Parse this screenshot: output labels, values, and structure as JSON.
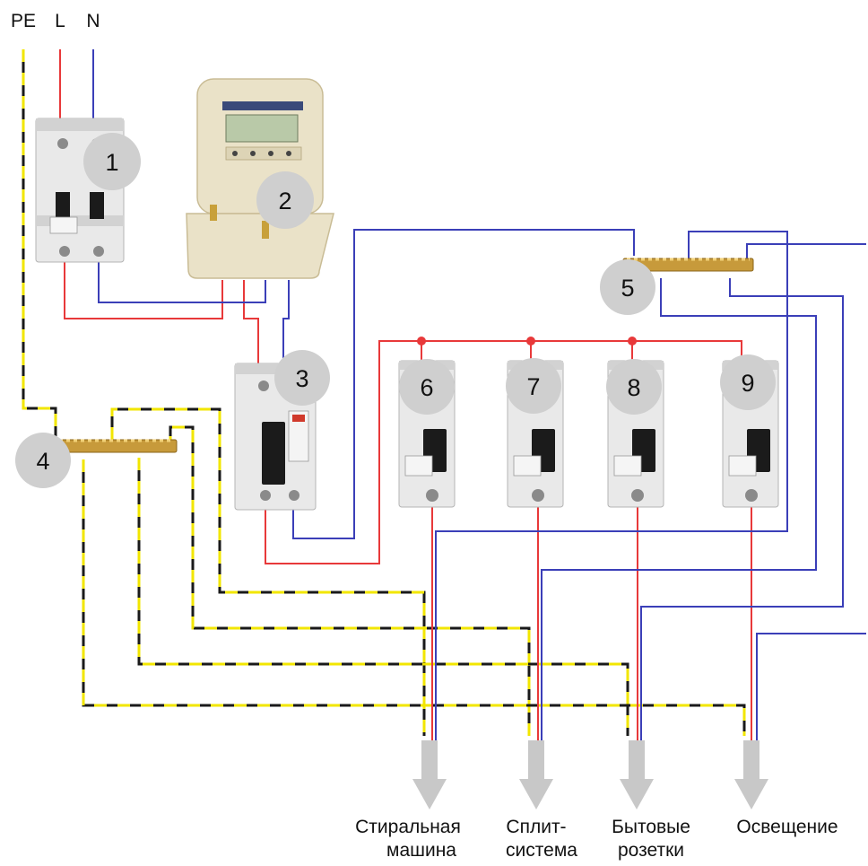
{
  "supply_labels": {
    "pe": "PE",
    "l": "L",
    "n": "N"
  },
  "badges": [
    "1",
    "2",
    "3",
    "4",
    "5",
    "6",
    "7",
    "8",
    "9"
  ],
  "loads": [
    {
      "line1": "Стиральная",
      "line2": "машина"
    },
    {
      "line1": "Сплит-",
      "line2": "система"
    },
    {
      "line1": "Бытовые",
      "line2": "розетки"
    },
    {
      "line1": "Освещение",
      "line2": ""
    }
  ],
  "colors": {
    "phase": "#e8393a",
    "neutral": "#3b3fb8",
    "pe_dark": "#1a1a1a",
    "pe_light": "#f2e600",
    "badge": "#cfcfcf",
    "arrow": "#c8c8c8"
  }
}
